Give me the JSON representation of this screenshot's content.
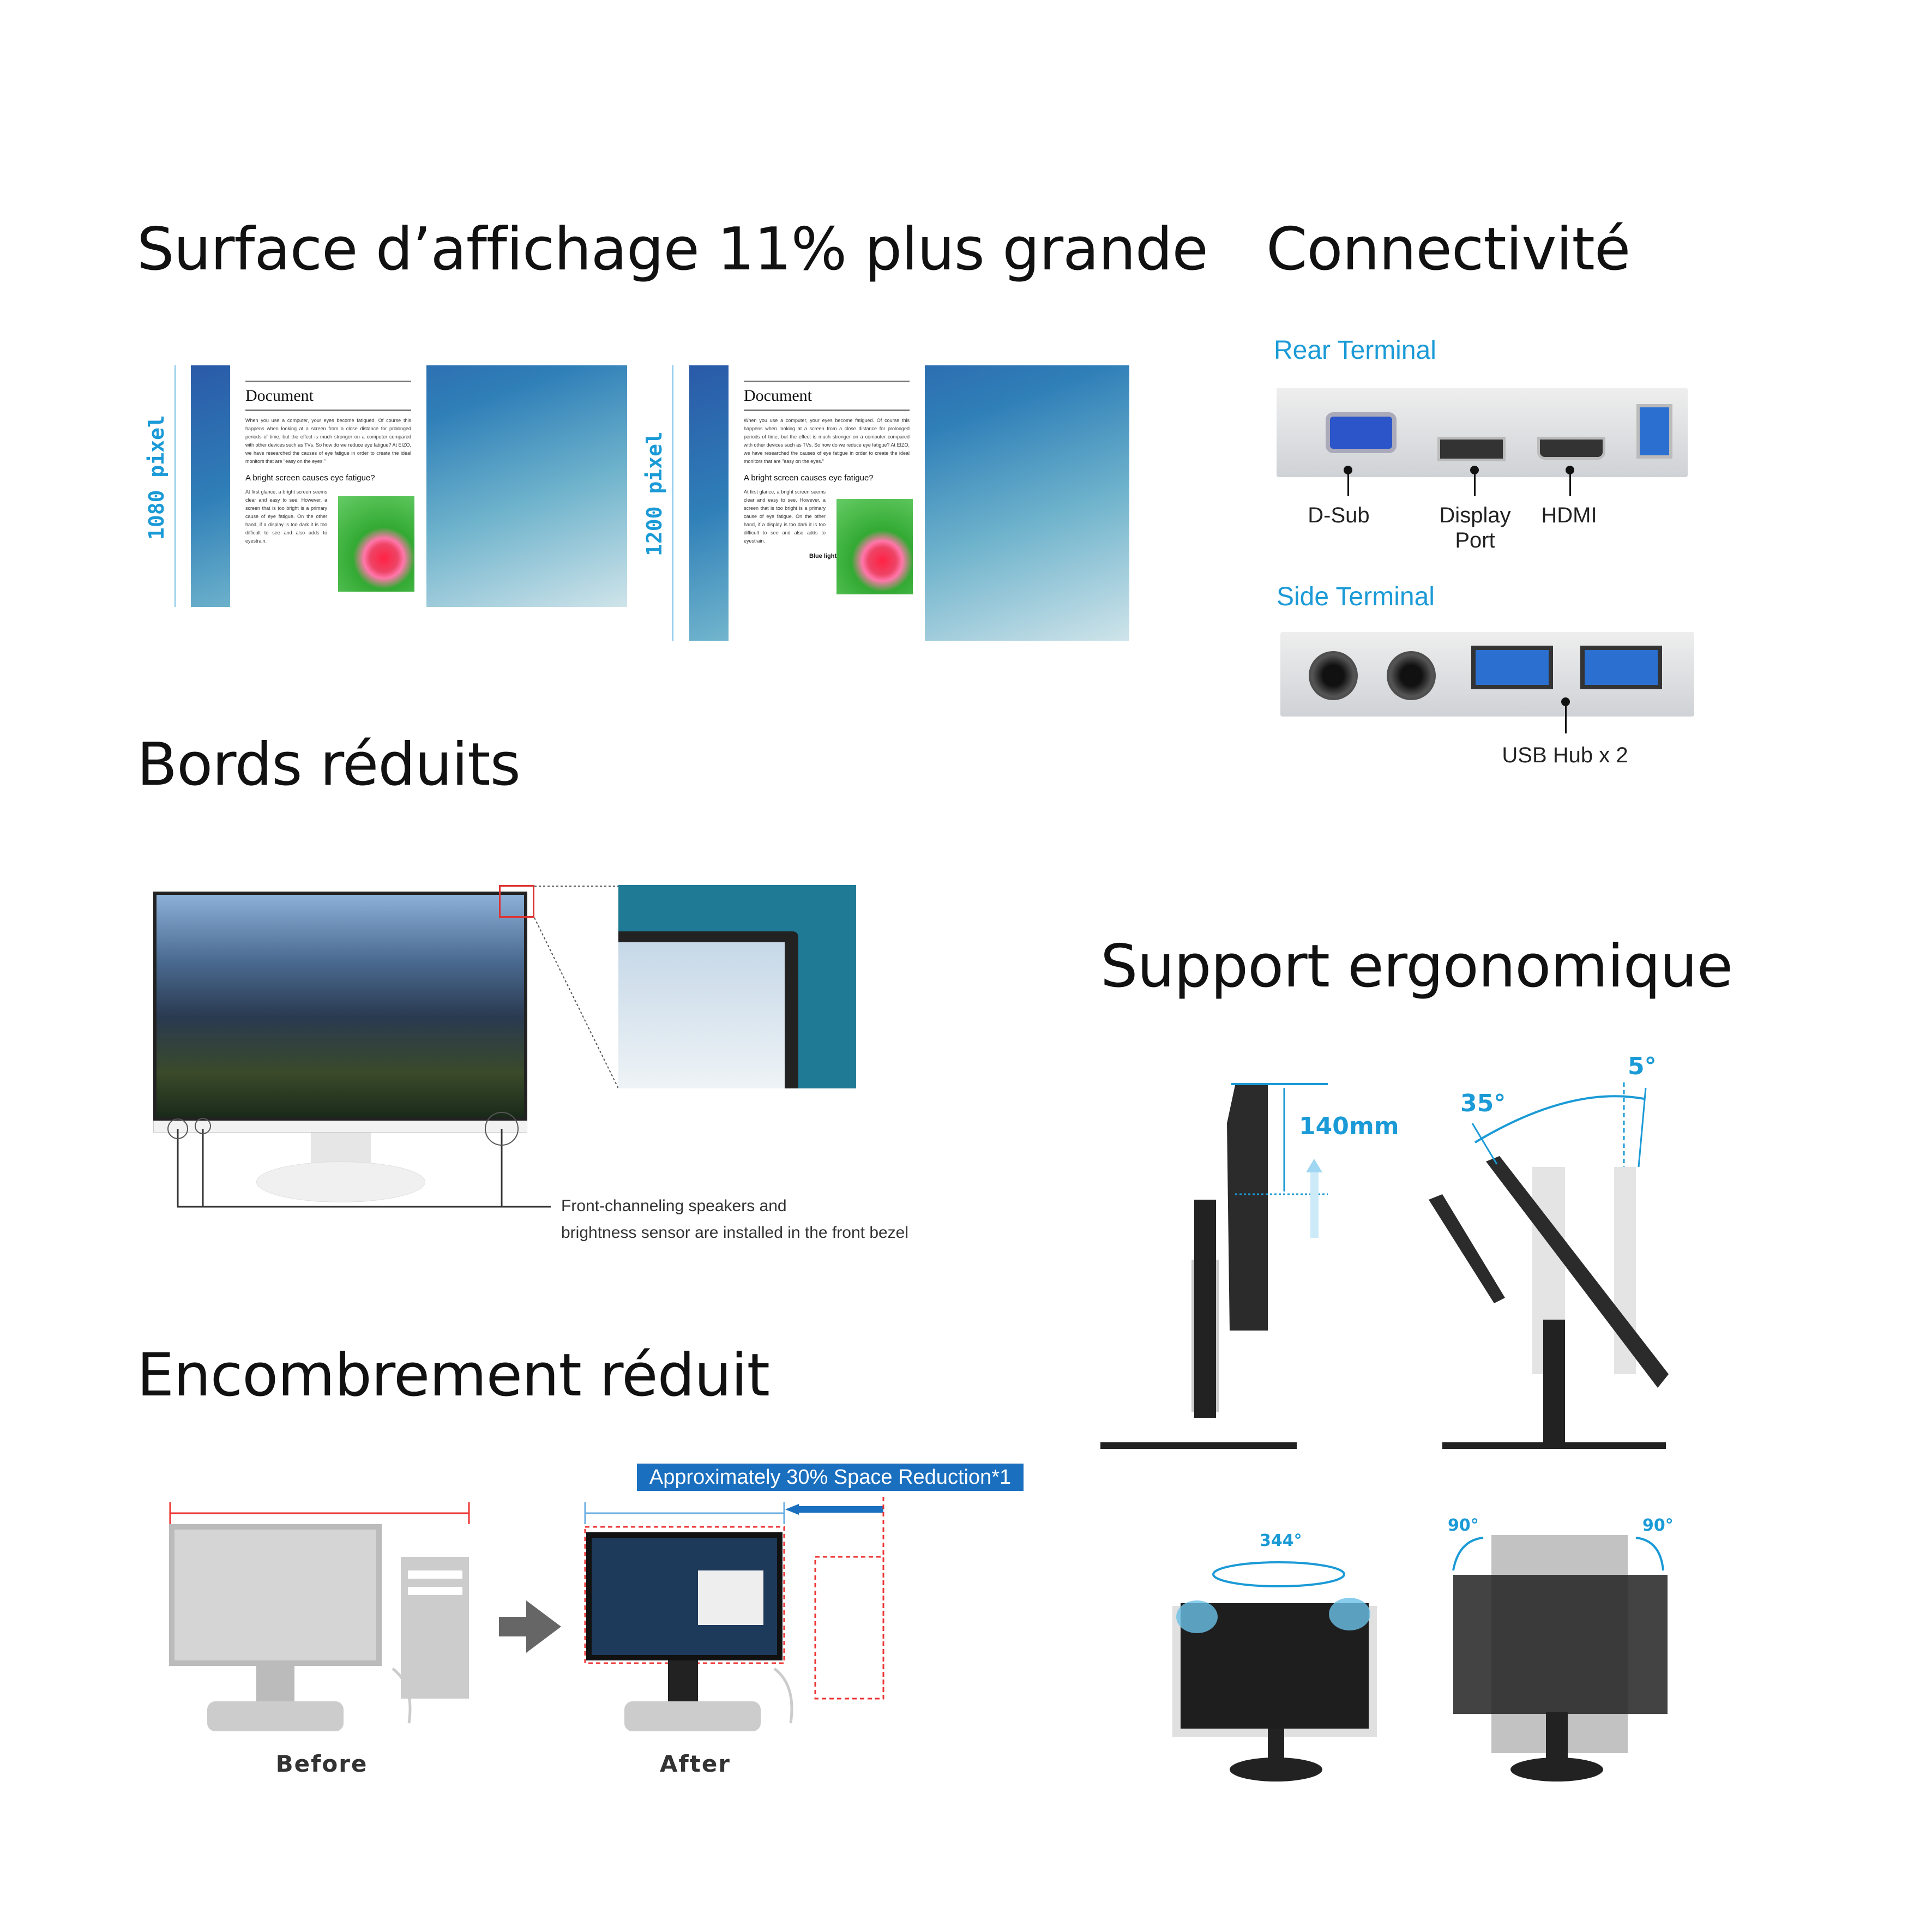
{
  "sections": {
    "display_area": {
      "title": "Surface d’affichage 11% plus grande",
      "left_label": "1080 pixel",
      "right_label": "1200 pixel",
      "document": {
        "title": "Document",
        "para": "When you use a computer, your eyes become fatigued. Of course this happens when looking at a screen from a close distance for prolonged periods of time, but the effect is much stronger on a computer compared with other devices such as TVs. So how do we reduce eye fatigue? At EIZO, we have researched the causes of eye fatigue in order to create the ideal monitors that are \"easy on the eyes.\"",
        "subheading": "A bright screen causes eye fatigue?",
        "para2": "At first glance, a bright screen seems clear and easy to see. However, a screen that is too bright is a primary cause of eye fatigue. On the other hand, if a display is too dark it is too difficult to see and also adds to eyestrain.",
        "footer": "Blue light causes eye fatigue?"
      }
    },
    "connectivity": {
      "title": "Connectivité",
      "rear_title": "Rear Terminal",
      "rear_ports": [
        "D-Sub",
        "Display\nPort",
        "HDMI"
      ],
      "side_title": "Side Terminal",
      "side_ports": [
        "USB Hub x 2"
      ]
    },
    "bezel": {
      "title": "Bords réduits",
      "caption_line1": "Front-channeling speakers and",
      "caption_line2": "brightness sensor are installed in the front bezel"
    },
    "ergonomic": {
      "title": "Support ergonomique",
      "height": "140mm",
      "tilt_back": "35°",
      "tilt_forward": "5°",
      "swivel": "344°",
      "pivot_left": "90°",
      "pivot_right": "90°"
    },
    "footprint": {
      "title": "Encombrement réduit",
      "banner": "Approximately 30% Space Reduction*1",
      "before": "Before",
      "after": "After"
    }
  },
  "colors": {
    "accent": "#1a9ad6",
    "banner": "#1a6fbf"
  }
}
